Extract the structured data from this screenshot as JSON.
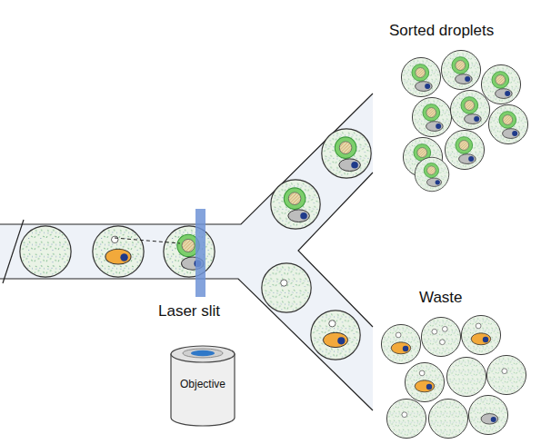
{
  "diagram": {
    "nodes": [
      {
        "text": [
          "Objective"
        ]
      }
    ],
    "labels": [
      "Sorted droplets",
      "Laser slit",
      "Waste"
    ]
  }
}
